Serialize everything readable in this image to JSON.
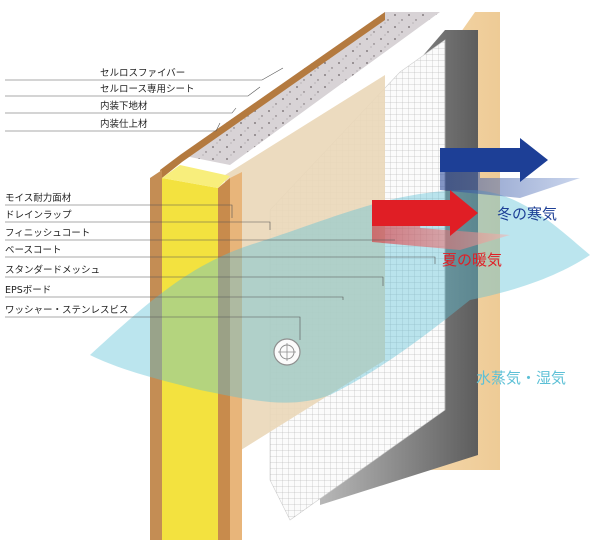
{
  "diagram": {
    "layer_labels": [
      "セルロスファイバー",
      "セルロース専用シート",
      "内装下地材",
      "内装仕上材",
      "モイス耐力面材",
      "ドレインラップ",
      "フィニッシュコート",
      "ベースコート",
      "スタンダードメッシュ",
      "EPSボード",
      "ワッシャー・ステンレスビス"
    ],
    "annotations": {
      "winter_cold": "冬の寒気",
      "summer_heat": "夏の暖気",
      "vapor": "水蒸気・湿気"
    },
    "colors": {
      "winter": "#1d3f96",
      "summer": "#e01e25",
      "vapor": "#5cc0d6",
      "insulation_yellow": "#f3e23f",
      "wood": "#e7c79a"
    }
  }
}
